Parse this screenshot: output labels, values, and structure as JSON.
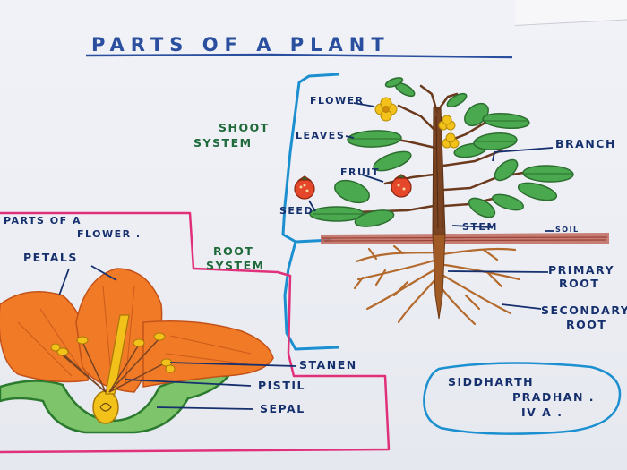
{
  "title": "PARTS OF A PLANT",
  "shoot_system": {
    "line1": "SHOOT",
    "line2": "SYSTEM"
  },
  "root_system": {
    "line1": "ROOT",
    "line2": "SYSTEM"
  },
  "plant_labels": {
    "flower": "FLOWER",
    "leaves": "LEAVES",
    "fruit": "FRUIT",
    "seed": "SEED",
    "branch": "BRANCH",
    "stem": "STEM",
    "soil": "SOIL",
    "primary_root_1": "PRIMARY",
    "primary_root_2": "ROOT",
    "secondary_root_1": "SECONDARY",
    "secondary_root_2": "ROOT"
  },
  "flower_parts": {
    "heading1": "PARTS OF A",
    "heading2": "FLOWER .",
    "petals": "PETALS",
    "stamen": "STANEN",
    "pistil": "PISTIL",
    "sepal": "SEPAL"
  },
  "signature": {
    "line1": "SIDDHARTH",
    "line2": "PRADHAN .",
    "line3": "IV A ."
  },
  "colors": {
    "ink_blue": "#16306d",
    "title_blue": "#2a4f9e",
    "frame_cyan": "#1b8fcf",
    "frame_pink": "#e0307a",
    "stem_brown": "#6b3a1c",
    "leaf_green": "#4aa84e",
    "petal_orange": "#f07a25",
    "flower_yellow": "#f2c21a",
    "fruit_red": "#e5472b",
    "soil_red": "#b5564a"
  }
}
